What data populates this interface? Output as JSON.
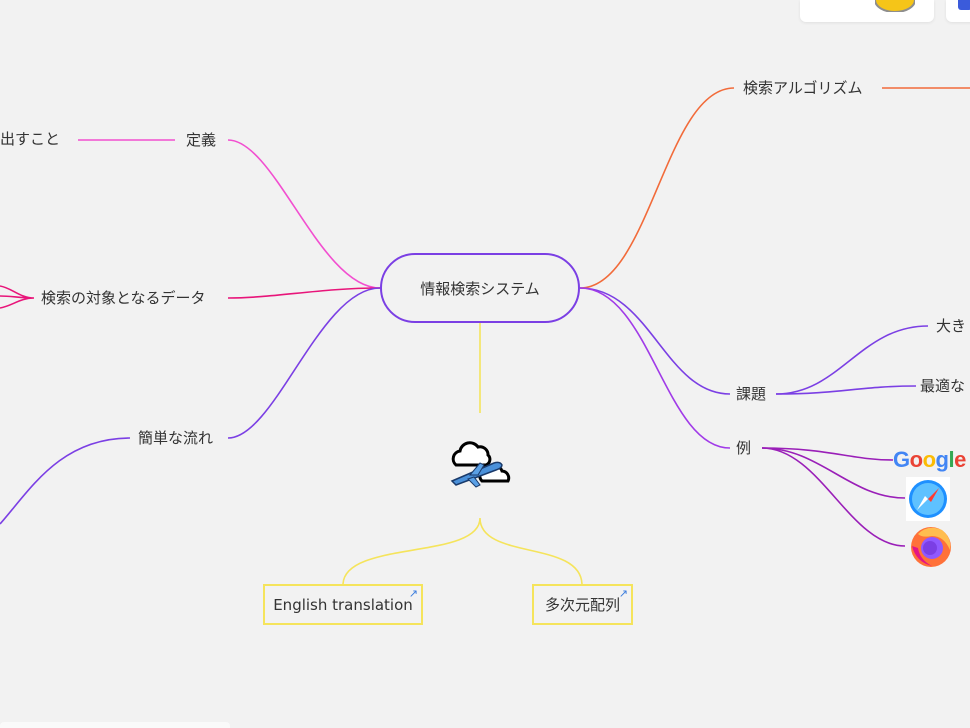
{
  "root": {
    "label": "情報検索システム"
  },
  "left_branches": {
    "definition": {
      "label": "定義",
      "child_label": "出すこと"
    },
    "data": {
      "label": "検索の対象となるデータ"
    },
    "flow": {
      "label": "簡単な流れ"
    }
  },
  "right_branches": {
    "algorithm": {
      "label": "検索アルゴリズム"
    },
    "issues": {
      "label": "課題",
      "children": [
        "大き",
        "最適な"
      ]
    },
    "examples": {
      "label": "例",
      "children": [
        "google-logo",
        "safari-icon",
        "firefox-icon"
      ]
    }
  },
  "google_logo_text": "Google",
  "bottom": {
    "links": [
      {
        "label": "English translation",
        "link_icon": "↗"
      },
      {
        "label": "多次元配列",
        "link_icon": "↗"
      }
    ],
    "image_icon": "airplane-clouds-icon"
  },
  "colors": {
    "background": "#f2f2f2",
    "pink": "#f24fd0",
    "magenta": "#e8157a",
    "purple": "#7b3fe4",
    "violet": "#a13be8",
    "orange": "#f26b3a",
    "yellow": "#f5e45c",
    "dark_purple": "#9a1fb8"
  }
}
